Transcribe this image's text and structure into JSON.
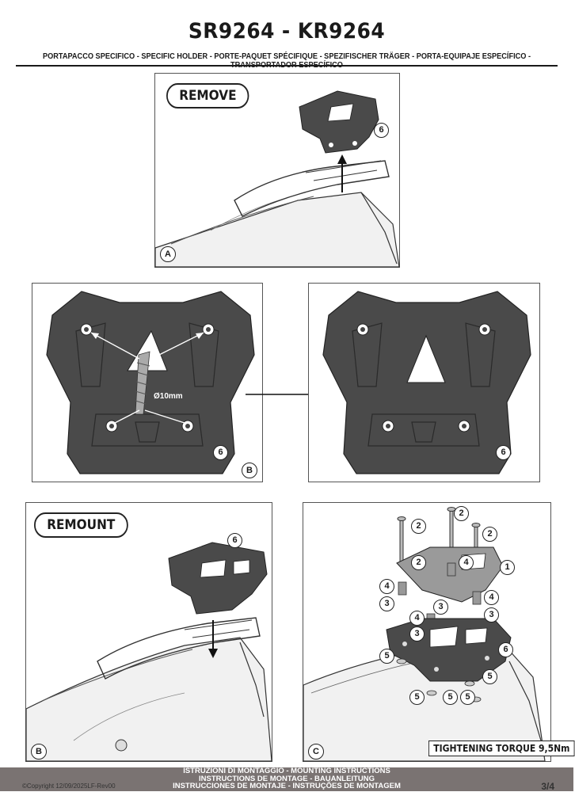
{
  "header": {
    "title": "SR9264 - KR9264",
    "subtitle": "PORTAPACCO SPECIFICO - SPECIFIC HOLDER - PORTE-PAQUET SPÉCIFIQUE - SPEZIFISCHER TRÄGER - PORTA-EQUIPAJE ESPECÍFICO - TRANSPORTADOR ESPECÍFICO"
  },
  "panel_remove": {
    "tag": "REMOVE",
    "letter": "A",
    "callout": "6"
  },
  "panel_b_left": {
    "letter": "B",
    "callout": "6",
    "dimension": "Ø10mm"
  },
  "panel_b_right": {
    "callout": "6"
  },
  "panel_remount": {
    "tag": "REMOUNT",
    "letter": "B",
    "callout": "6"
  },
  "panel_c": {
    "letter": "C",
    "torque": "TIGHTENING TORQUE 9,5Nm",
    "callouts": [
      "2",
      "2",
      "2",
      "2",
      "1",
      "4",
      "4",
      "4",
      "3",
      "3",
      "3",
      "4",
      "3",
      "6",
      "5",
      "5",
      "5",
      "5",
      "5"
    ]
  },
  "footer": {
    "line1": "ISTRUZIONI DI MONTAGGIO  -  MOUNTING INSTRUCTIONS",
    "line2": "INSTRUCTIONS DE MONTAGE - BAUANLEITUNG",
    "line3": "INSTRUCCIONES DE MONTAJE - INSTRUÇÕES DE MONTAGEM",
    "copyright": "©Copyright 12/09/2025LF-Rev00",
    "page": "3/4"
  },
  "colors": {
    "plate": "#4a4a4a",
    "footer": "#7a7372",
    "line": "#1a1a1a"
  }
}
